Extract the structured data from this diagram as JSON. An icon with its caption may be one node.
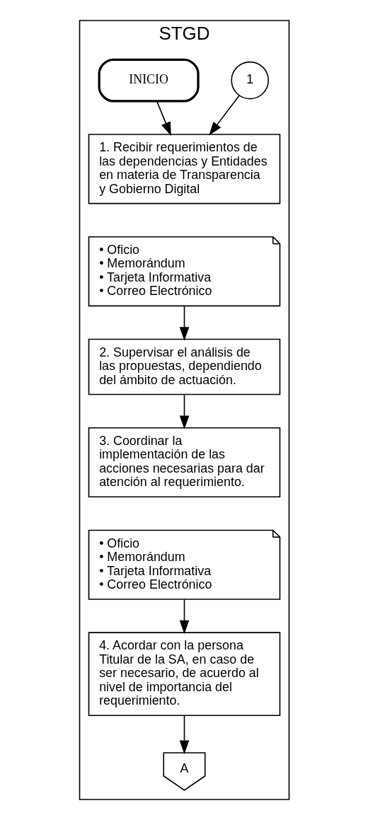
{
  "diagram": {
    "nodes": [
      {
        "text": [
          "STGD"
        ]
      },
      {
        "text": [
          "1"
        ],
        "in": 0
      },
      {
        "text": [
          "INICIO"
        ],
        "in": 0
      },
      {
        "text": [
          "1. Recibir requerimientos de las dependencias y Entidades en materia de Transparencia y Gobierno Digital"
        ],
        "in": 0
      },
      {
        "text": [
          "• Oficio",
          "• Memorándum",
          "• Tarjeta Informativa",
          "• Correo Electrónico"
        ],
        "in": 0
      },
      {
        "text": [
          "2. Supervisar el análisis de las propuestas, dependiendo del ámbito de actuación."
        ],
        "in": 0
      },
      {
        "text": [
          "3. Coordinar la implementación de las acciones necesarias para dar atención al requerimiento."
        ],
        "in": 0
      },
      {
        "text": [
          "• Oficio",
          "• Memorándum",
          "• Tarjeta Informativa",
          "• Correo Electrónico"
        ],
        "in": 0
      },
      {
        "text": [
          "4. Acordar con la persona Titular de la SA, en caso de ser necesario, de acuerdo al nivel de importancia del requerimiento."
        ],
        "in": 0
      },
      {
        "text": [
          "A"
        ],
        "in": 0
      }
    ],
    "edges": [
      {
        "from": 1,
        "to": 3,
        "arrow": "to"
      },
      {
        "from": 2,
        "to": 3,
        "arrow": "to"
      },
      {
        "from": 4,
        "to": 5,
        "arrow": "to"
      },
      {
        "from": 5,
        "to": 6,
        "arrow": "to"
      },
      {
        "from": 7,
        "to": 8,
        "arrow": "to"
      },
      {
        "from": 8,
        "to": 9,
        "arrow": "to"
      }
    ]
  }
}
